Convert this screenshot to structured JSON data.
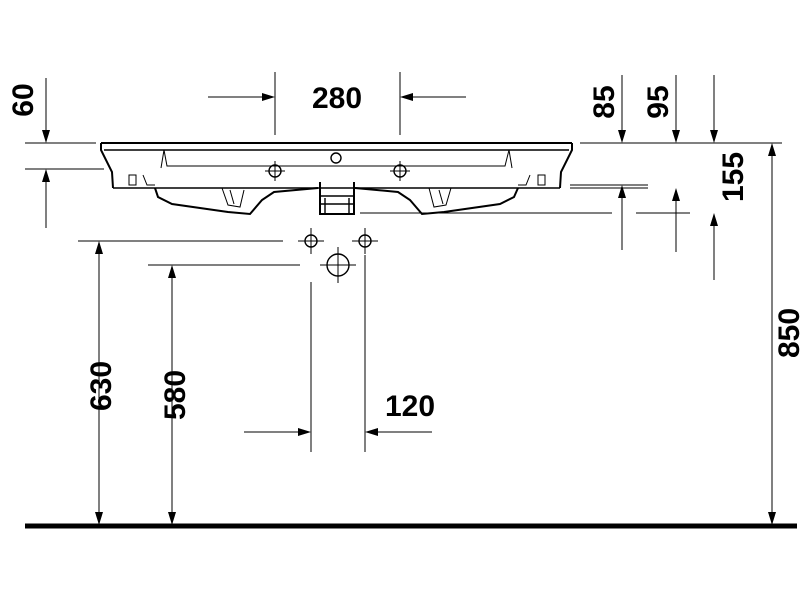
{
  "drawing": {
    "dimensions": {
      "rim_thickness": "60",
      "tap_hole_spacing": "280",
      "dim_85": "85",
      "dim_95": "95",
      "basin_height": "155",
      "rim_height_from_floor": "850",
      "upper_connection_height": "630",
      "waste_height": "580",
      "connection_spacing": "120"
    }
  }
}
